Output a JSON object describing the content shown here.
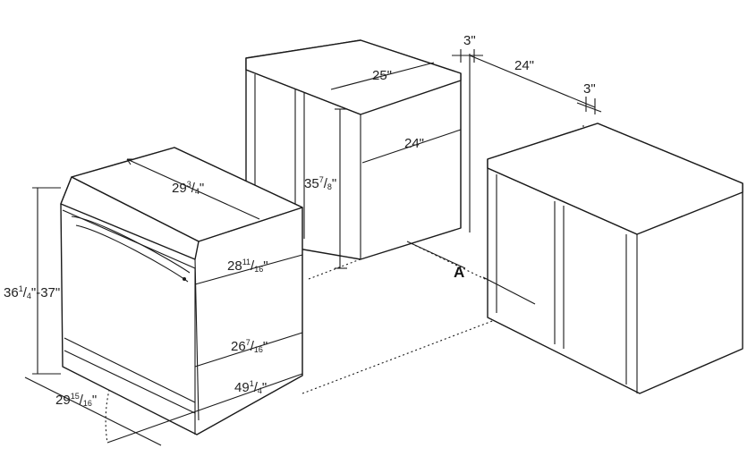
{
  "dimensions": {
    "top_depth": {
      "whole": "29",
      "num": "3",
      "den": "4",
      "unit": "\""
    },
    "height_range": {
      "whole1": "36",
      "num1": "1",
      "den1": "4",
      "mid": "\"-37\""
    },
    "cabinet_height": {
      "whole": "35",
      "num": "7",
      "den": "8",
      "unit": "\""
    },
    "cabinet_depth_top": "25\"",
    "cabinet_depth_mid": "24\"",
    "gap_top": "3\"",
    "gap_span": "24\"",
    "gap_right": "3\"",
    "door_open_1": {
      "whole": "28",
      "num": "11",
      "den": "16",
      "unit": "\""
    },
    "door_open_2": {
      "whole": "26",
      "num": "7",
      "den": "16",
      "unit": "\""
    },
    "total_depth": {
      "whole": "49",
      "num": "1",
      "den": "4",
      "unit": "\""
    },
    "width": {
      "whole": "29",
      "num": "15",
      "den": "16",
      "unit": "\""
    },
    "marker": "A"
  }
}
